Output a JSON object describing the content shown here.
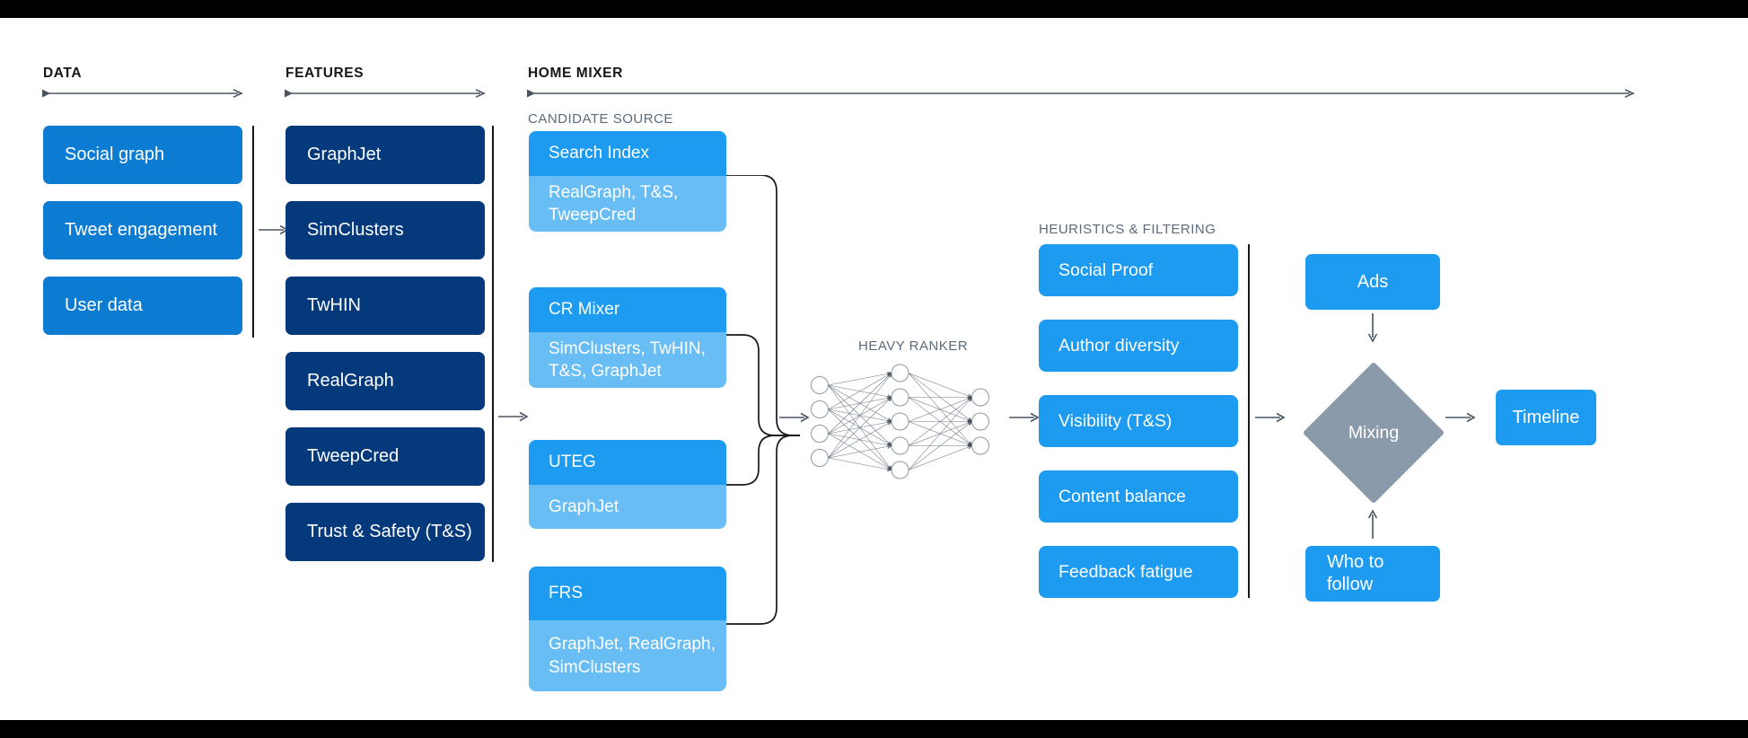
{
  "sections": {
    "data": {
      "label": "DATA"
    },
    "features": {
      "label": "FEATURES"
    },
    "home_mixer": {
      "label": "HOME MIXER"
    },
    "candidate_source": {
      "label": "CANDIDATE SOURCE"
    },
    "heavy_ranker": {
      "label": "HEAVY RANKER"
    },
    "heuristics": {
      "label": "HEURISTICS & FILTERING"
    }
  },
  "data_boxes": [
    {
      "label": "Social graph"
    },
    {
      "label": "Tweet engagement"
    },
    {
      "label": "User data"
    }
  ],
  "feature_boxes": [
    {
      "label": "GraphJet"
    },
    {
      "label": "SimClusters"
    },
    {
      "label": "TwHIN"
    },
    {
      "label": "RealGraph"
    },
    {
      "label": "TweepCred"
    },
    {
      "label": "Trust & Safety (T&S)"
    }
  ],
  "candidate_sources": [
    {
      "title": "Search Index",
      "features": "RealGraph, T&S,\nTweepCred"
    },
    {
      "title": "CR Mixer",
      "features": "SimClusters, TwHIN,\nT&S, GraphJet"
    },
    {
      "title": "UTEG",
      "features": "GraphJet"
    },
    {
      "title": "FRS",
      "features": "GraphJet, RealGraph,\nSimClusters"
    }
  ],
  "heuristics_boxes": [
    {
      "label": "Social Proof"
    },
    {
      "label": "Author diversity"
    },
    {
      "label": "Visibility (T&S)"
    },
    {
      "label": "Content balance"
    },
    {
      "label": "Feedback fatigue"
    }
  ],
  "mixing": {
    "ads_label": "Ads",
    "node_label": "Mixing",
    "who_to_follow_label": "Who to follow",
    "timeline_label": "Timeline"
  },
  "neural_network": {
    "layers": [
      4,
      5,
      3
    ]
  },
  "colors": {
    "blue": "#0c7bd2",
    "navy": "#04397c",
    "twitter_blue": "#1d9bf0",
    "light_blue": "#69bdf5",
    "grey": "#8a9aab",
    "rule": "#16181c",
    "label_grey": "#5b6b7c",
    "background": "#ffffff",
    "letterbox": "#000000"
  }
}
